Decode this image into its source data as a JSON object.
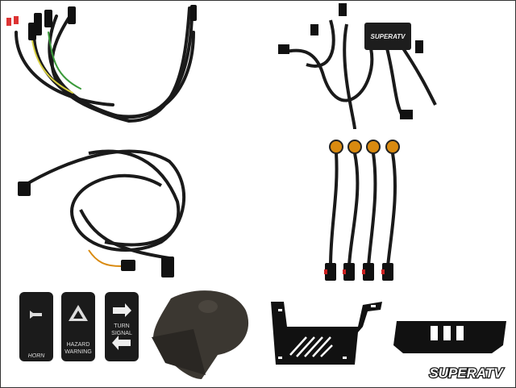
{
  "image": {
    "kind": "product photo",
    "brand_logo": "SUPERATV",
    "module_logo": "SUPERATV",
    "switches": [
      {
        "label": "HORN",
        "icon": "horn-icon"
      },
      {
        "label_line1": "HAZARD",
        "label_line2": "WARNING",
        "icon": "hazard-triangle-icon"
      },
      {
        "label_line1": "TURN",
        "label_line2": "SIGNAL",
        "icon": "arrow-left-right-icon"
      }
    ],
    "colors": {
      "background": "#ffffff",
      "wire": "#1a1a1a",
      "amber": "#d98a10",
      "border": "#333333"
    }
  }
}
